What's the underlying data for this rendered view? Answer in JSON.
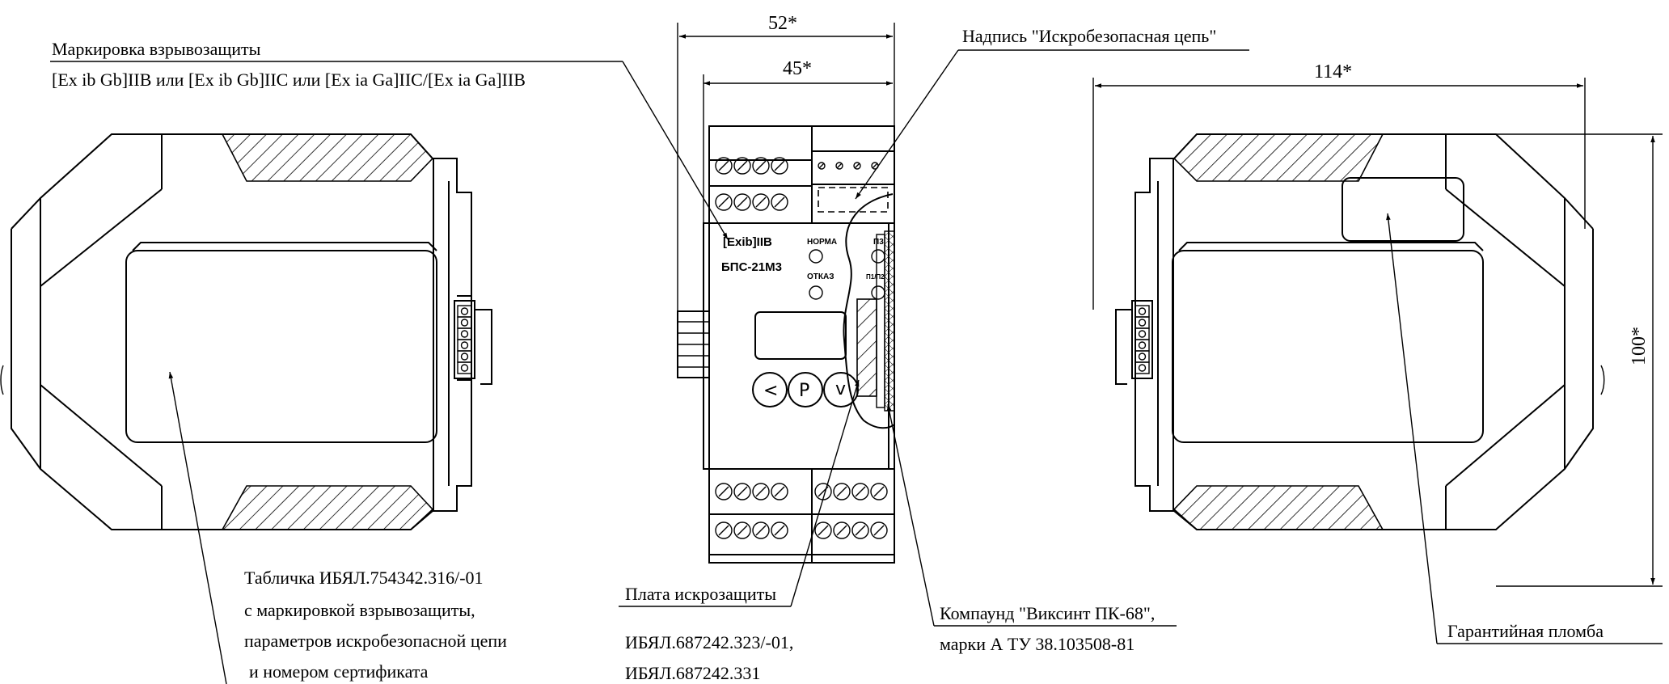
{
  "dimensions": {
    "width_52": "52*",
    "width_45": "45*",
    "length_114": "114*",
    "height_100": "100*"
  },
  "labels": {
    "ex_marking_title": "Маркировка взрывозащиты",
    "ex_marking_values": "[Ex ib Gb]IIB или [Ex ib Gb]IIC или [Ex ia Ga]IIC/[Ex ia Ga]IIB",
    "intrinsic_circuit_label": "Надпись \"Искробезопасная цепь\"",
    "plate_line1": "Табличка ИБЯЛ.754342.316/-01",
    "plate_line2": "с маркировкой взрывозащиты,",
    "plate_line3": "параметров искробезопасной цепи",
    "plate_line4": "и номером сертификата",
    "board_line1": "Плата искрозащиты",
    "board_line2": "ИБЯЛ.687242.323/-01,",
    "board_line3": "ИБЯЛ.687242.331",
    "compound_line1": "Компаунд \"Виксинт ПК-68\",",
    "compound_line2": "марки А ТУ 38.103508-81",
    "warranty_seal": "Гарантийная пломба"
  },
  "front_panel": {
    "ex_mark": "[Exib]IIB",
    "model": "БПС-21М3",
    "led_norm": "НОРМА",
    "led_fault": "ОТКАЗ",
    "led_p3": "П3",
    "led_p1p2": "П1/П2",
    "btn_left": "<",
    "btn_p": "P",
    "btn_down": "v"
  }
}
